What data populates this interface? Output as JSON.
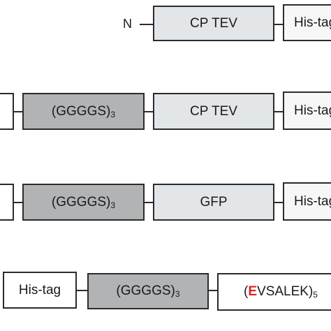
{
  "row1": {
    "n_label": "N",
    "cp_tev": "CP TEV",
    "his_tag": "His-tag"
  },
  "row2": {
    "linker": "(GGGGS)",
    "linker_sub": "3",
    "cp_tev": "CP TEV",
    "his_tag": "His-tag"
  },
  "row3": {
    "linker": "(GGGGS)",
    "linker_sub": "3",
    "gfp": "GFP",
    "his_tag": "His-tag"
  },
  "row4": {
    "his_tag": "His-tag",
    "linker": "(GGGGS)",
    "linker_sub": "3",
    "helix_open": "(",
    "helix_highlight": "E",
    "helix_rest": "VSALEK)",
    "helix_sub": "5"
  },
  "colors": {
    "light_box": "#e2e6e8",
    "dark_box": "#b1b3b4",
    "highlight_red": "#e02020"
  }
}
